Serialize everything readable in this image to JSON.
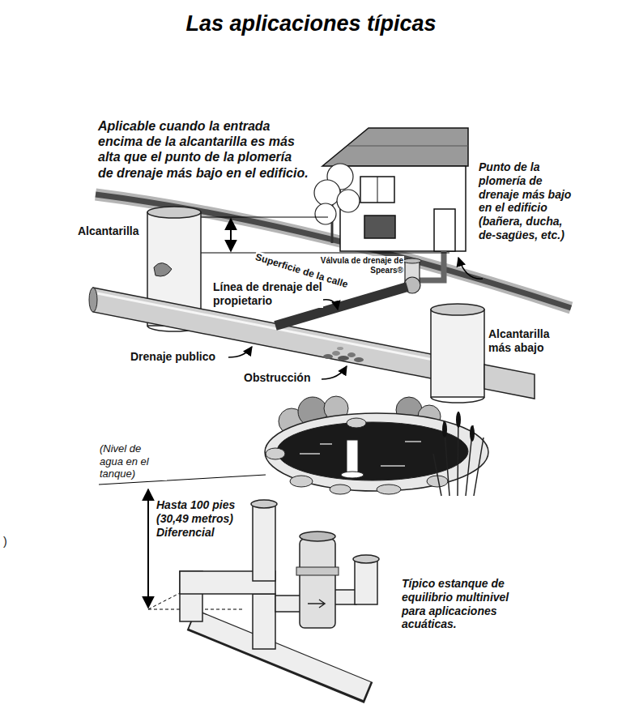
{
  "diagram": {
    "title": "Las aplicaciones típicas",
    "labels": [
      "Aplicable cuando la entrada encima de la alcantarilla es más alta que el punto de la plomería de drenaje más bajo en el edificio.",
      "Alcantarilla",
      "Válvula de drenaje de Spears®",
      "Superficie de la calle",
      "Línea de drenaje del propietario",
      "Drenaje publico",
      "Obstrucción",
      "Alcantarilla más abajo",
      "Punto de la plomería de drenaje más bajo en el edificio (bañera, ducha, de-sagües, etc.)",
      "(Nivel de agua en el tanque)",
      "Hasta 100 pies (30,49 metros) Diferencial",
      "Típico estanque de equilibrio multinivel para aplicaciones acuáticas.",
      ")"
    ]
  }
}
